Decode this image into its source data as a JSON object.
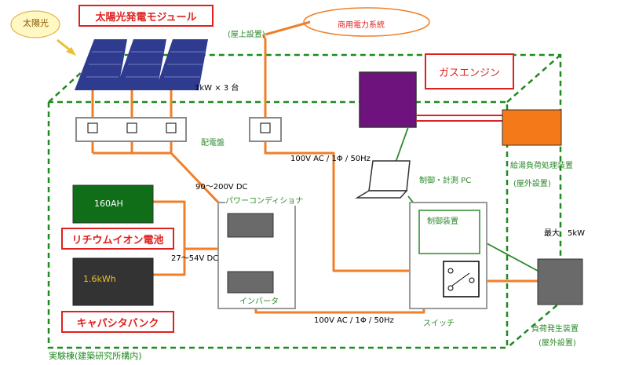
{
  "labels": {
    "sun": "太陽光",
    "pv_module": "太陽光発電モジュール",
    "rooftop": "(屋上設置)",
    "commercial_power": "商用電力系統",
    "gas_engine": "ガスエンジン",
    "pv_count": "1kW × 3 台",
    "distribution_board": "配電盤",
    "ac_top": "100V AC / 1Φ / 50Hz",
    "hot_water": "給湯負荷処理装置",
    "outdoor_1": "(屋外設置)",
    "control_pc": "制御・計測 PC",
    "dc_high": "90～200V DC",
    "power_conditioner": "パワーコンディショナ",
    "battery_capacity": "160AH",
    "lithium_battery": "リチウムイオン電池",
    "control_unit": "制御装置",
    "max_power": "最大　5kW",
    "dc_low": "27～54V DC",
    "capacitor_energy": "1.6kWh",
    "inverter": "インバータ",
    "ac_bottom": "100V AC / 1Φ / 50Hz",
    "switch": "スイッチ",
    "load_generator": "負荷発生装置",
    "outdoor_2": "(屋外設置)",
    "capacitor_bank": "キャパシタバンク",
    "building": "実験棟(建築研究所構内)"
  },
  "colors": {
    "power_line": "#f07f28",
    "signal_line": "#2b8a2b",
    "gas_line": "#d8232a",
    "frame": "#1f8a1f",
    "label_red": "#e0201e"
  }
}
